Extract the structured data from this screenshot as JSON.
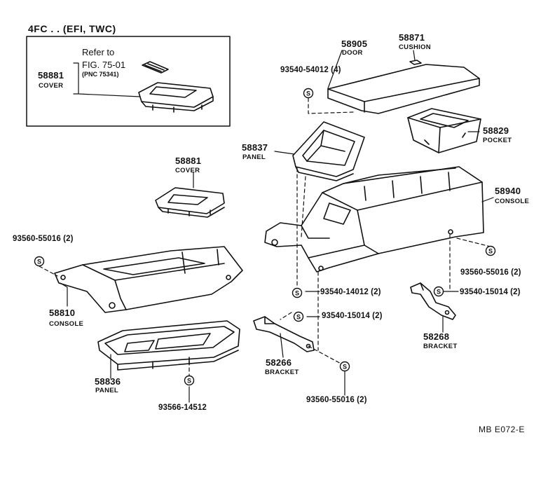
{
  "header": {
    "variant": "4FC . . (EFI, TWC)"
  },
  "inset": {
    "refer_to": "Refer to",
    "fig": "FIG. 75-01",
    "pnc": "(PNC 75341)",
    "part_number": "58881",
    "part_name": "COVER"
  },
  "parts": [
    {
      "number": "58905",
      "name": "DOOR"
    },
    {
      "number": "58871",
      "name": "CUSHION"
    },
    {
      "number": "58829",
      "name": "POCKET"
    },
    {
      "number": "58837",
      "name": "PANEL"
    },
    {
      "number": "58881",
      "name": "COVER"
    },
    {
      "number": "58940",
      "name": "CONSOLE"
    },
    {
      "number": "58810",
      "name": "CONSOLE"
    },
    {
      "number": "58836",
      "name": "PANEL"
    },
    {
      "number": "58266",
      "name": "BRACKET"
    },
    {
      "number": "58268",
      "name": "BRACKET"
    }
  ],
  "fasteners": [
    "93540-54012 (4)",
    "93560-55016 (2)",
    "93540-14012 (2)",
    "93540-15014 (2)",
    "93540-15014 (2)",
    "93560-55016 (2)",
    "93560-55016 (2)",
    "93566-14512"
  ],
  "screw_symbol": "S",
  "footer": {
    "code": "MB  E072-E"
  }
}
